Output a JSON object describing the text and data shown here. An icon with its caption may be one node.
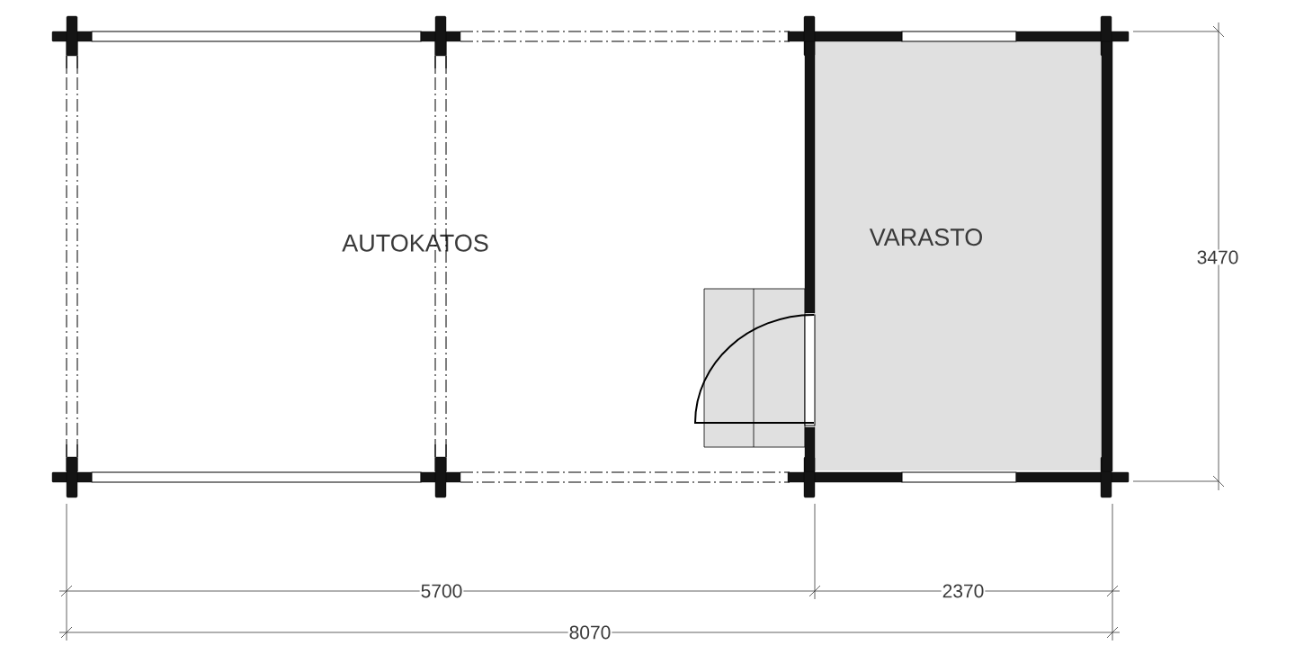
{
  "diagram": {
    "nodes": [
      {
        "text": [
          "AUTOKATOS"
        ]
      },
      {
        "text": [
          "VARASTO"
        ]
      }
    ],
    "labels": [
      "3470",
      "5700",
      "2370",
      "8070"
    ]
  }
}
